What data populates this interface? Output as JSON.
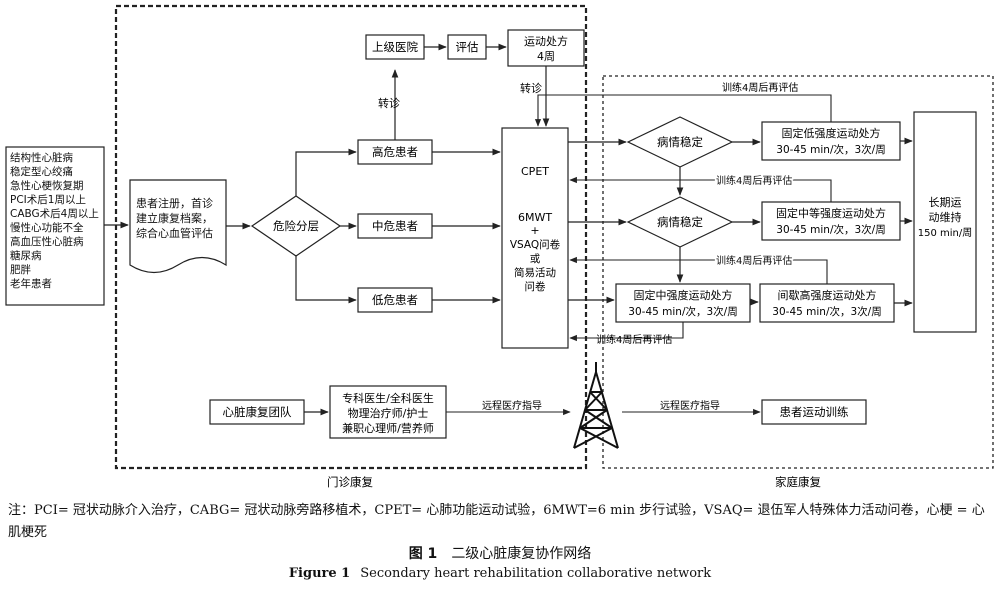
{
  "patients": {
    "conditions": [
      "结构性心脏病",
      "稳定型心绞痛",
      "急性心梗恢复期",
      "PCI术后1周以上",
      "CABG术后4周以上",
      "慢性心功能不全",
      "高血压性心脏病",
      "糖尿病",
      "肥胖",
      "老年患者"
    ]
  },
  "registration": {
    "lines": [
      "患者注册，首诊",
      "建立康复档案，",
      "综合心血管评估"
    ]
  },
  "risk_stratification": "危险分层",
  "risk_levels": {
    "high": "高危患者",
    "medium": "中危患者",
    "low": "低危患者"
  },
  "referral": {
    "higher_hospital": "上级医院",
    "assessment": "评估",
    "prescription_lines": [
      "运动处方",
      "4周"
    ],
    "transfer_label": "转诊"
  },
  "tests": {
    "cpet": "CPET",
    "sixmwt": "6MWT",
    "plus": "+",
    "vsaq_lines": [
      "VSAQ问卷",
      "或",
      "简易活动",
      "问卷"
    ]
  },
  "decisions": {
    "stable": "病情稳定"
  },
  "reassess_label": "训练4周后再评估",
  "prescriptions": {
    "low_fixed": {
      "title": "固定低强度运动处方",
      "detail": "30-45 min/次，3次/周"
    },
    "mid_fixed_upper": {
      "title": "固定中等强度运动处方",
      "detail": "30-45 min/次，3次/周"
    },
    "mid_fixed_lower": {
      "title": "固定中强度运动处方",
      "detail": "30-45 min/次，3次/周"
    },
    "interval_high": {
      "title": "间歇高强度运动处方",
      "detail": "30-45 min/次，3次/周"
    }
  },
  "long_term": {
    "lines": [
      "长期运",
      "动维持",
      "150 min/周"
    ]
  },
  "team": {
    "name": "心脏康复团队",
    "roles_lines": [
      "专科医生/全科医生",
      "物理治疗师/护士",
      "兼职心理师/营养师"
    ],
    "remote_label": "远程医疗指导",
    "tower_icon": "signal-tower-icon",
    "home_training": "患者运动训练"
  },
  "regions": {
    "clinic": "门诊康复",
    "home": "家庭康复"
  },
  "note": "注：PCI= 冠状动脉介入治疗，CABG= 冠状动脉旁路移植术，CPET= 心肺功能运动试验，6MWT=6 min 步行试验，VSAQ= 退伍军人特殊体力活动问卷，心梗 = 心肌梗死",
  "figure": {
    "cn_number": "图 1",
    "cn_title": "二级心脏康复协作网络",
    "en_number": "Figure 1",
    "en_title": "Secondary heart rehabilitation collaborative network"
  }
}
